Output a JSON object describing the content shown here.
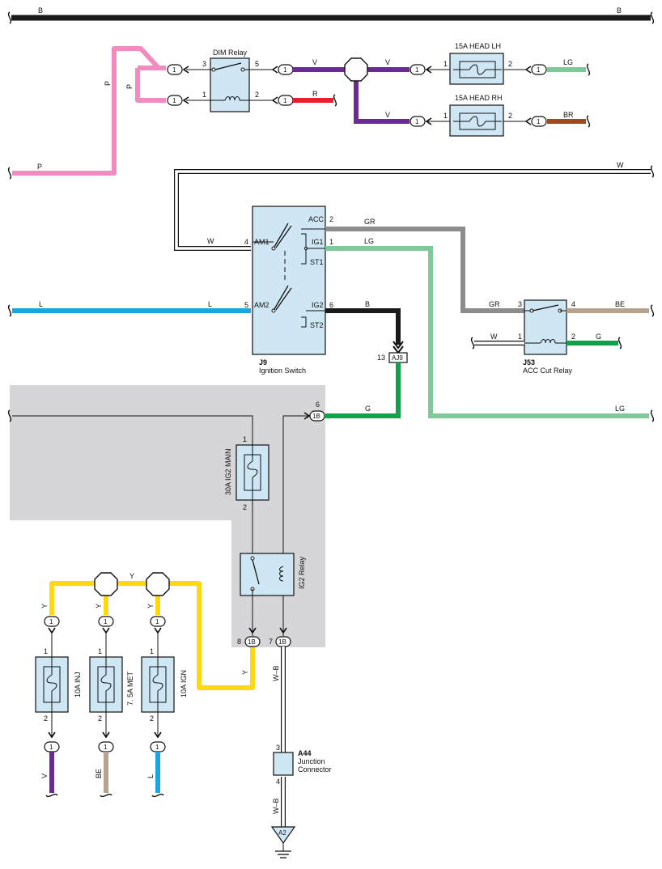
{
  "colors": {
    "black": "#1a1a1a",
    "pink": "#f08cc0",
    "violet": "#6a2c91",
    "red": "#e8202a",
    "light_green": "#7ec89a",
    "brown": "#9b4a22",
    "white": "#ffffff",
    "gray": "#8c8c8c",
    "blue": "#1aa6e0",
    "beige": "#b5a48e",
    "green": "#0ea24a",
    "yellow": "#ffd90f",
    "component_fill": "#cfe6f5",
    "shaded_area": "#d6d6d8"
  },
  "wires": {
    "b_top_left": "B",
    "b_top_right": "B",
    "p_vertical": "P",
    "p_branch": "P",
    "p_bottom": "P",
    "v1": "V",
    "v2": "V",
    "v3": "V",
    "r": "R",
    "lg_head": "LG",
    "br_head": "BR",
    "w_top": "W",
    "w_am1": "W",
    "gr_acc": "GR",
    "lg_ig1": "LG",
    "l_left": "L",
    "l_am2": "L",
    "b_ig2": "B",
    "gr_relay": "GR",
    "be_relay": "BE",
    "w_relay": "W",
    "g_relay": "G",
    "g_1b": "G",
    "lg_right": "LG",
    "y_top": "Y",
    "y1": "Y",
    "y2": "Y",
    "y3": "Y",
    "y_right": "Y",
    "v_bottom": "V",
    "be_bottom": "BE",
    "l_bottom": "L",
    "wb_upper": "W–B",
    "wb_lower": "W–B"
  },
  "components": {
    "dim_relay": {
      "label": "DIM Relay",
      "pin3": "3",
      "pin5": "5",
      "pin1": "1",
      "pin2": "2"
    },
    "head_lh": {
      "label": "15A HEAD LH",
      "pin1": "1",
      "pin2": "2"
    },
    "head_rh": {
      "label": "15A HEAD RH",
      "pin1": "1",
      "pin2": "2"
    },
    "ignition_switch": {
      "code": "J9",
      "label": "Ignition Switch",
      "acc": "ACC",
      "am1": "AM1",
      "ig1": "IG1",
      "st1": "ST1",
      "am2": "AM2",
      "ig2": "IG2",
      "st2": "ST2",
      "pin_acc": "2",
      "pin_ig1": "1",
      "pin_am1": "4",
      "pin_am2": "5",
      "pin_ig2": "6"
    },
    "acc_cut_relay": {
      "code": "J53",
      "label": "ACC Cut Relay",
      "pin3": "3",
      "pin4": "4",
      "pin1": "1",
      "pin2": "2"
    },
    "aj9": {
      "label": "AJ9",
      "pin": "13"
    },
    "ig2_main": {
      "label": "30A IG2 MAIN",
      "pin1": "1",
      "pin2": "2"
    },
    "ig2_relay": {
      "label": "IG2 Relay"
    },
    "conn_1b_top": {
      "label": "1B",
      "pin": "6"
    },
    "conn_1b_8": {
      "label": "1B",
      "pin": "8"
    },
    "conn_1b_7": {
      "label": "1B",
      "pin": "7"
    },
    "fuse_inj": {
      "label": "10A INJ",
      "pin1": "1",
      "pin2": "2"
    },
    "fuse_met": {
      "label": "7. 5A MET",
      "pin1": "1",
      "pin2": "2"
    },
    "fuse_ign": {
      "label": "10A IGN",
      "pin1": "1",
      "pin2": "2"
    },
    "junction_connector": {
      "code": "A44",
      "label_line1": "Junction",
      "label_line2": "Connector",
      "pin3": "3",
      "pin4": "4"
    },
    "ground": {
      "label": "A2"
    }
  },
  "connector_pin": "1"
}
